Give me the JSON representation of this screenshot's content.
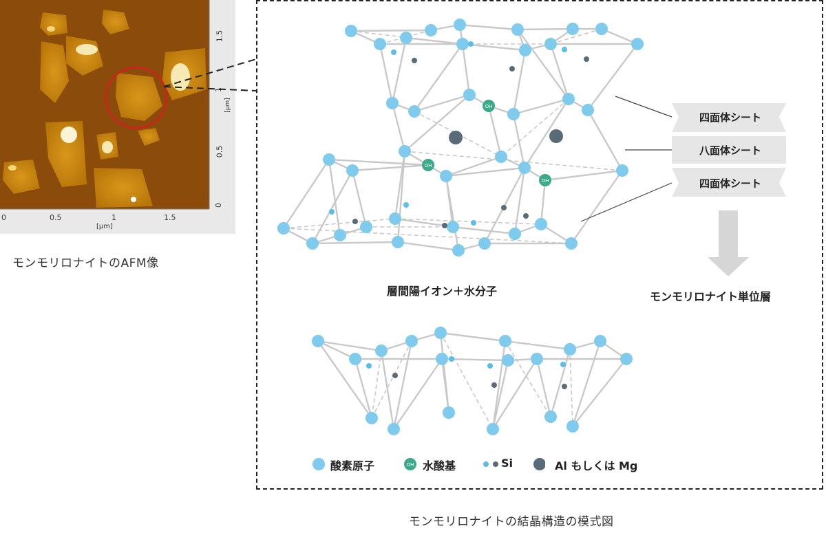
{
  "afm": {
    "caption": "モンモリロナイトのAFM像",
    "x_ticks": [
      "0",
      "0.5",
      "1",
      "1.5"
    ],
    "x_unit": "[μm]",
    "y_ticks": [
      "0",
      "0.5",
      "1",
      "1.5"
    ],
    "y_unit": "[μm]"
  },
  "structure": {
    "sheets": [
      "四面体シート",
      "八面体シート",
      "四面体シート"
    ],
    "unit_layer_label": "モンモリロナイト単位層",
    "interlayer_label": "層間陽イオン＋水分子",
    "oh_label": "OH",
    "caption": "モンモリロナイトの結晶構造の模式図"
  },
  "legend": {
    "oxygen": "酸素原子",
    "hydroxyl": "水酸基",
    "si": "Si",
    "al_mg": "Al もしくは Mg"
  },
  "colors": {
    "oxygen": "#7fcbee",
    "hydroxyl": "#3aaa8a",
    "si_small": "#5bbde8",
    "al_mg": "#5a6b78",
    "bond": "#c9c9c9",
    "sheet_fill": "#e6e6e6",
    "arrow": "#d6d6d6",
    "afm_bg": "#8a4a0a",
    "afm_flake": "#c9860f",
    "afm_highlight": "#f6e9b3",
    "circle": "#d62020"
  }
}
